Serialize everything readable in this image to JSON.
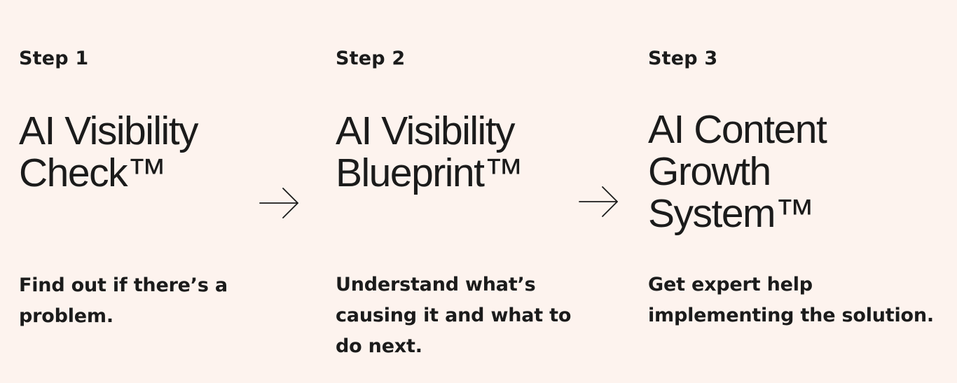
{
  "steps": [
    {
      "label": "Step 1",
      "title_lines": [
        "AI Visibility",
        "Check™"
      ],
      "description_lines": [
        "Find out if there’s a",
        "problem."
      ]
    },
    {
      "label": "Step 2",
      "title_lines": [
        "AI Visibility",
        "Blueprint™"
      ],
      "description_lines": [
        "Understand what’s",
        "causing it and what to",
        "do next."
      ]
    },
    {
      "label": "Step 3",
      "title_lines": [
        "AI Content",
        "Growth",
        "System™"
      ],
      "description_lines": [
        "Get expert help",
        "implementing the solution."
      ]
    }
  ],
  "colors": {
    "background": "#fdf3ee",
    "text": "#1b1b1b"
  },
  "icons": [
    "arrow-right-icon",
    "arrow-right-icon"
  ]
}
